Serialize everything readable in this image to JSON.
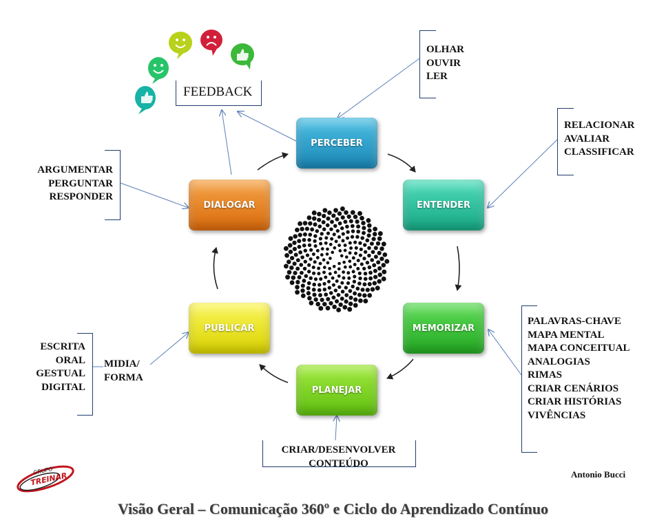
{
  "feedback": {
    "label": "FEEDBACK"
  },
  "steps": {
    "perceber": "PERCEBER",
    "entender": "ENTENDER",
    "memorizar": "MEMORIZAR",
    "planejar": "PLANEJAR",
    "publicar": "PUBLICAR",
    "dialogar": "DIALOGAR"
  },
  "notes": {
    "perceber": [
      "OLHAR",
      "OUVIR",
      "LER"
    ],
    "entender": [
      "RELACIONAR",
      "AVALIAR",
      "CLASSIFICAR"
    ],
    "memorizar": [
      "PALAVRAS-CHAVE",
      "MAPA MENTAL",
      "MAPA CONCEITUAL",
      "ANALOGIAS",
      "RIMAS",
      "CRIAR CENÁRIOS",
      "CRIAR HISTÓRIAS",
      "VIVÊNCIAS"
    ],
    "planejar": [
      "CRIAR/DESENVOLVER",
      "CONTEÚDO"
    ],
    "publicar_media": [
      "MIDIA/",
      "FORMA"
    ],
    "publicar_channels": [
      "ESCRITA",
      "ORAL",
      "GESTUAL",
      "DIGITAL"
    ],
    "dialogar": [
      "ARGUMENTAR",
      "PERGUNTAR",
      "RESPONDER"
    ]
  },
  "logo": {
    "line1": "GRUPO",
    "line2": "TREINAR"
  },
  "author": "Antonio Bucci",
  "title": "Visão Geral – Comunicação 360º e Ciclo do Aprendizado Contínuo",
  "colors": {
    "perceber": "#29a3c9",
    "entender": "#2bc9a0",
    "memorizar": "#3cc43c",
    "planejar": "#7fd81e",
    "publicar": "#f0ec1a",
    "dialogar": "#ee8520",
    "connector": "#5a7fb8",
    "bracket": "#1f3c6e"
  },
  "feedback_icons": [
    "thumbs-up-teal",
    "smiley-green",
    "smiley-yellow",
    "sad-face-red",
    "thumbs-up-green"
  ]
}
